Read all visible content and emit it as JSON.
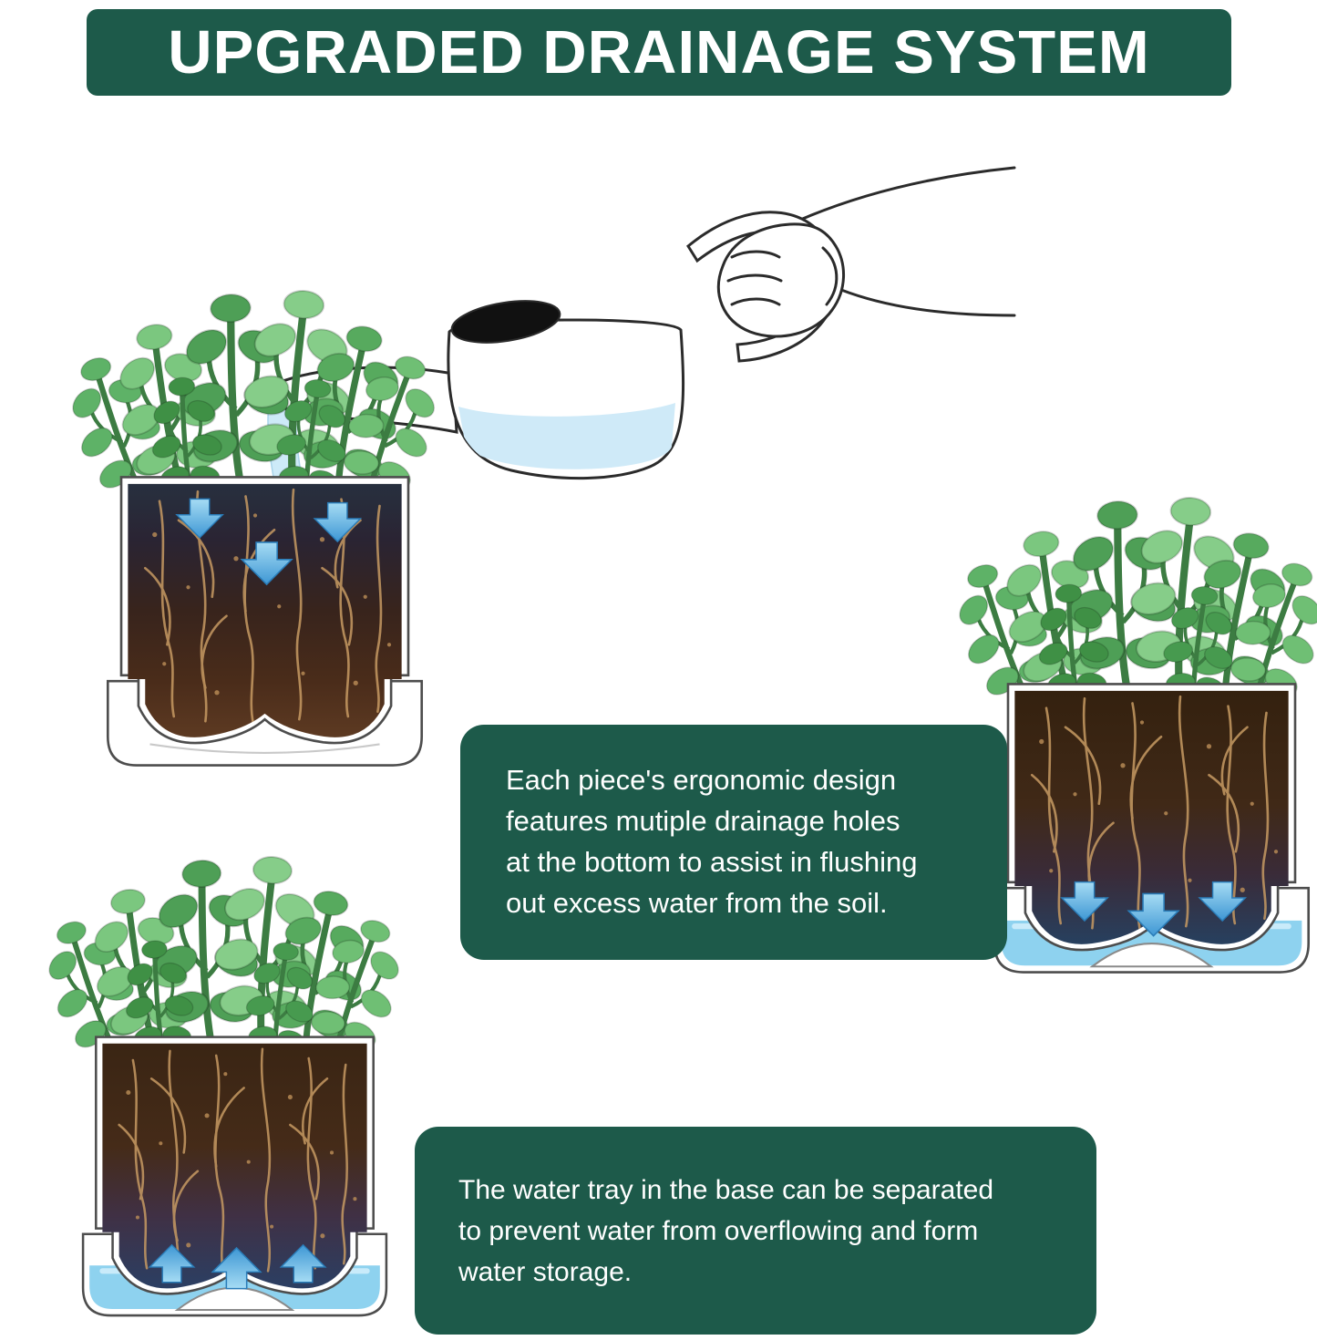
{
  "banner": {
    "title": "UPGRADED DRAINAGE SYSTEM"
  },
  "callouts": {
    "drainage": "Each piece's ergonomic design\nfeatures mutiple drainage holes\nat the bottom to assist in flushing\nout excess water from the soil.",
    "tray": "The water tray in the base can be separated\nto prevent water from overflowing and form\nwater storage."
  },
  "icons": {
    "watering_can": "watering-can-with-hand-icon",
    "down_arrows": "water-drain-down-arrows-icon",
    "up_arrows": "water-rise-up-arrows-icon"
  },
  "colors": {
    "banner_green": "#1d5a4a",
    "callout_green": "#1d5a4a",
    "leaf_green": "#5fb266",
    "soil_brown": "#3a2416",
    "wet_soil_blue": "#27405c",
    "water_blue": "#8ed2ef",
    "arrow_blue": "#3e97d4",
    "pot_white": "#ffffff",
    "outline_gray": "#4d4d4d",
    "text_white": "#ffffff"
  }
}
